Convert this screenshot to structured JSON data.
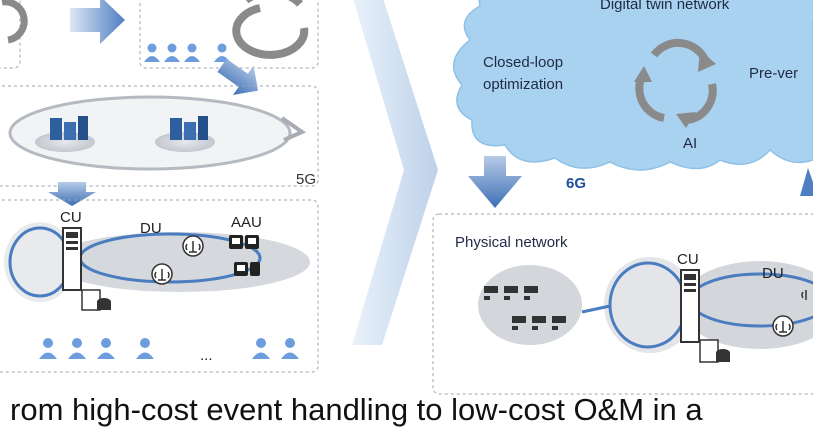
{
  "left_panel": {
    "generation_label": "5G",
    "cu_label": "CU",
    "du_label": "DU",
    "aau_label": "AAU",
    "ellipsis": "..."
  },
  "right_panel": {
    "cloud_title": "Digital twin network",
    "loop_label_line1": "Closed-loop",
    "loop_label_line2": "optimization",
    "preventive_label": "Pre-ver",
    "ai_label": "AI",
    "generation_label": "6G",
    "physical_network_label": "Physical network",
    "cu_label": "CU",
    "du_label": "DU"
  },
  "caption": "rom high-cost event handling  to low-cost O&M in a",
  "colors": {
    "box_border": "#9aa6b6",
    "arrow_blue": "#4f7fc3",
    "cloud_fill": "#a9d2f0",
    "ring_line": "#4a7cc0",
    "person_icon": "#6d9ddc",
    "cycle_arrow": "#8a8a8a",
    "label_blue": "#1e4fa0"
  }
}
